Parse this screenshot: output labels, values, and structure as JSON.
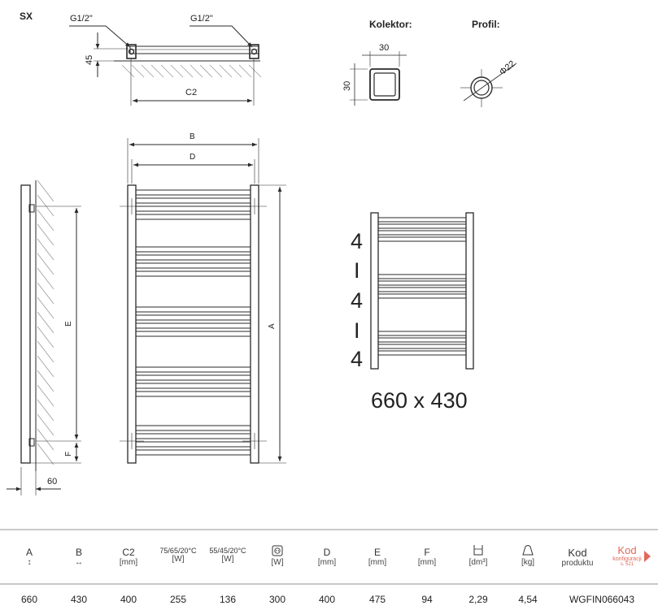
{
  "header": {
    "model": "SX"
  },
  "top_view": {
    "thread_left": "G1/2\"",
    "thread_right": "G1/2\"",
    "dim_depth": "45",
    "dim_c2": "C2"
  },
  "collector": {
    "title": "Kolektor:",
    "width": "30",
    "height": "30"
  },
  "profile": {
    "title": "Profil:",
    "diameter": "Φ22"
  },
  "side_view": {
    "dim_e": "E",
    "dim_f": "F",
    "dim_depth": "60"
  },
  "front_view": {
    "dim_b": "B",
    "dim_d": "D",
    "dim_a": "A"
  },
  "layout_info": {
    "groups": [
      "4",
      "I",
      "4",
      "I",
      "4"
    ],
    "size": "660 x 430"
  },
  "table": {
    "columns": [
      {
        "label": "A",
        "unit": "↕"
      },
      {
        "label": "B",
        "unit": "↔"
      },
      {
        "label": "C2",
        "unit": "[mm]"
      },
      {
        "label": "75/65/20°C",
        "unit": "[W]"
      },
      {
        "label": "55/45/20°C",
        "unit": "[W]"
      },
      {
        "label": "",
        "unit": "[W]"
      },
      {
        "label": "D",
        "unit": "[mm]"
      },
      {
        "label": "E",
        "unit": "[mm]"
      },
      {
        "label": "F",
        "unit": "[mm]"
      },
      {
        "label": "",
        "unit": "[dm³]"
      },
      {
        "label": "",
        "unit": "[kg]"
      },
      {
        "label": "Kod",
        "unit": "produktu"
      }
    ],
    "kod_konfiguracji": {
      "label": "Kod",
      "sub1": "konfiguracji",
      "sub2": "s. 521"
    },
    "row": [
      "660",
      "430",
      "400",
      "255",
      "136",
      "300",
      "400",
      "475",
      "94",
      "2,29",
      "4,54",
      "WGFIN066043"
    ]
  },
  "colors": {
    "line": "#2a2a2a",
    "hatch": "#9a9a9a",
    "accent": "#e2685a",
    "divider": "#c9c9c9"
  }
}
